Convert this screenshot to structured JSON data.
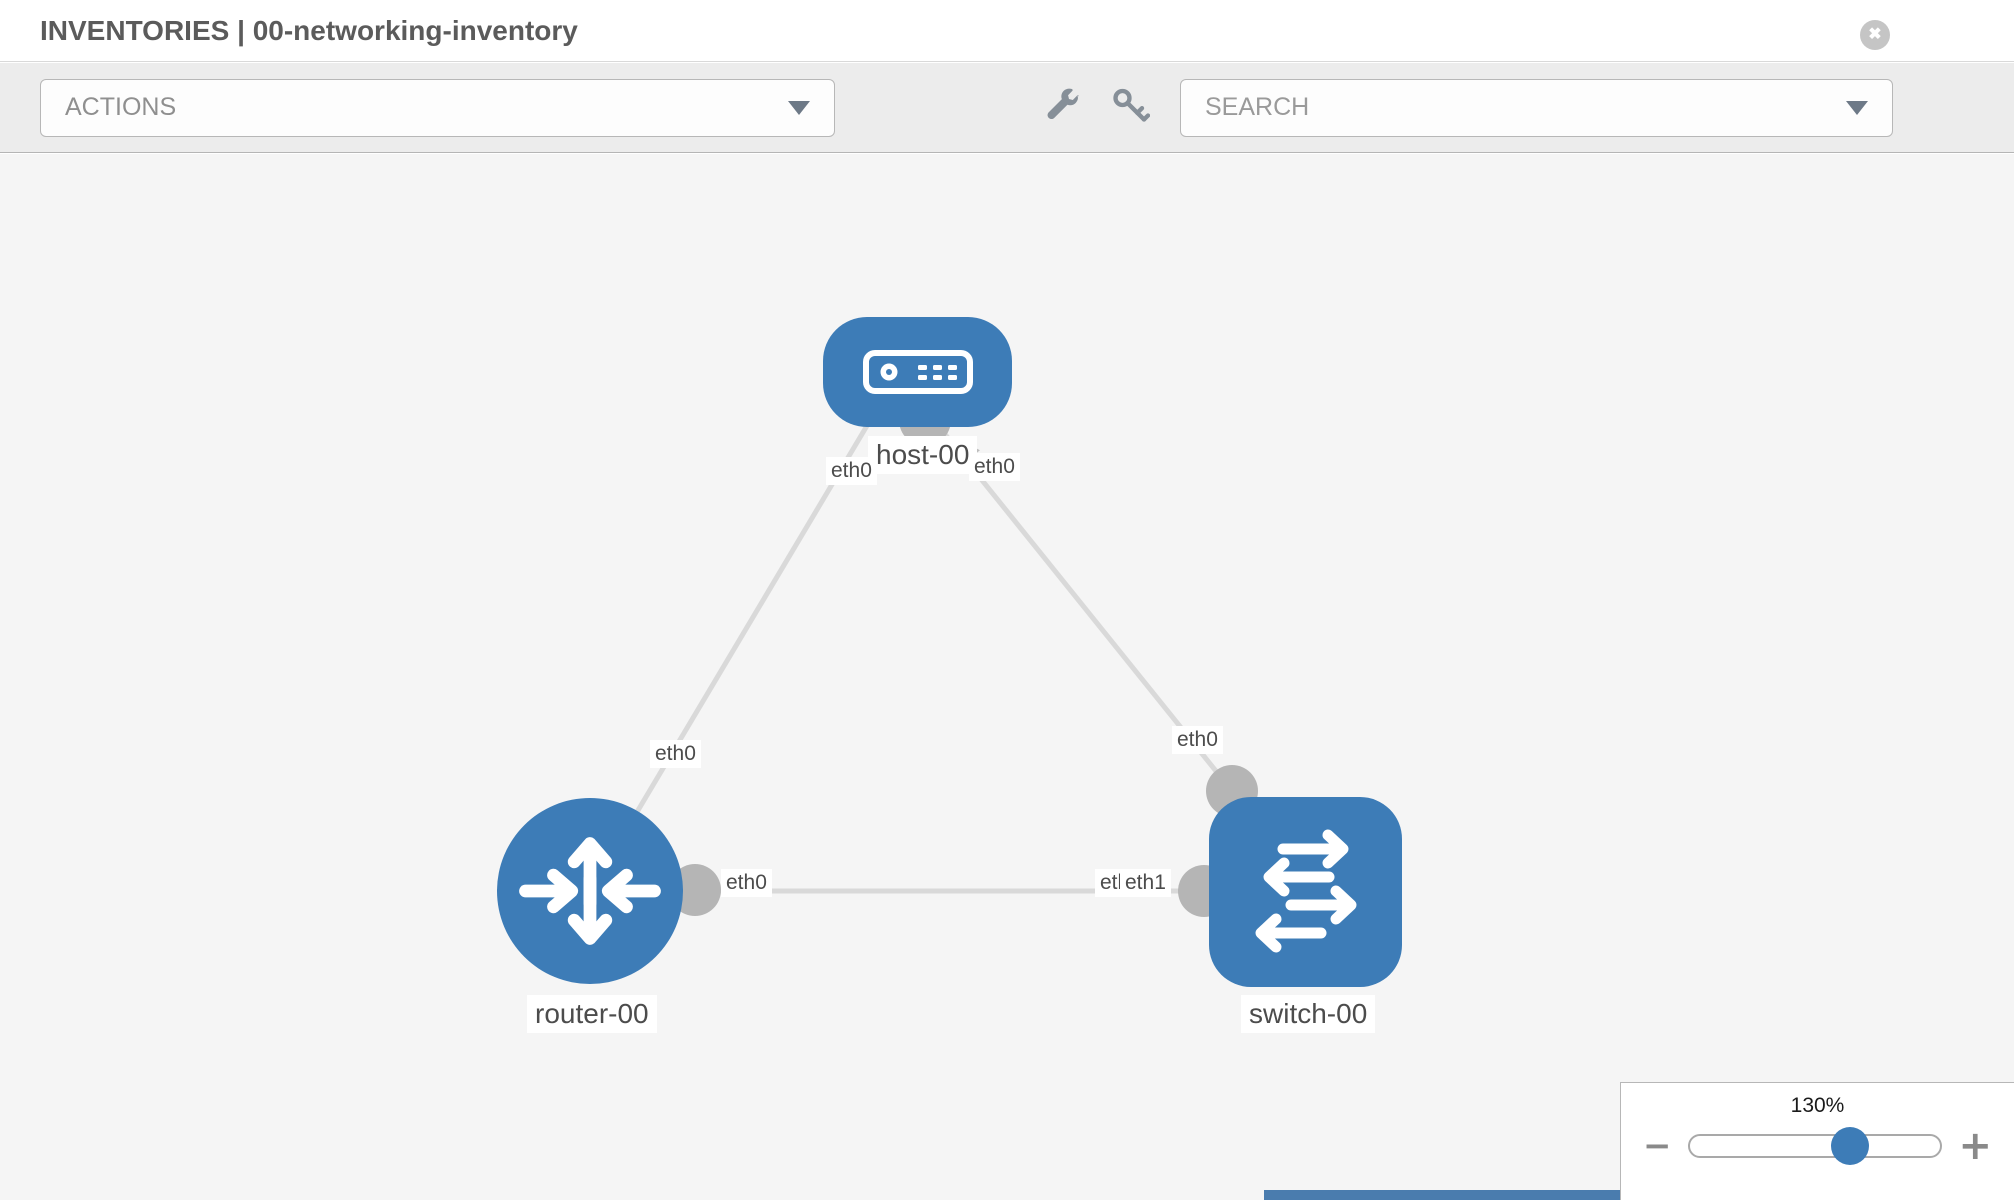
{
  "header": {
    "title": "INVENTORIES | 00-networking-inventory",
    "close_icon": "✖"
  },
  "toolbar": {
    "actions_label": "ACTIONS",
    "search_placeholder": "SEARCH",
    "icons": [
      "wrench-icon",
      "key-icon",
      "chevron-down-icon"
    ]
  },
  "colors": {
    "node_blue": "#3d7cb7",
    "link_gray": "#d9d9d9",
    "endpoint_gray": "#b5b5b5",
    "canvas_bg": "#f5f5f5"
  },
  "diagram": {
    "nodes": [
      {
        "id": "host-00",
        "type": "host",
        "label": "host-00"
      },
      {
        "id": "router-00",
        "type": "router",
        "label": "router-00"
      },
      {
        "id": "switch-00",
        "type": "switch",
        "label": "switch-00"
      }
    ],
    "links": [
      {
        "source": "router-00",
        "source_interface": "eth0",
        "target": "host-00",
        "target_interface": "eth0"
      },
      {
        "source": "host-00",
        "source_interface": "eth0",
        "target": "switch-00",
        "target_interface": "eth0"
      },
      {
        "source": "router-00",
        "source_interface": "eth0",
        "target": "switch-00",
        "target_interface": "eth1"
      }
    ],
    "labels": {
      "host_iface_left": "eth0",
      "host_iface_right": "eth0",
      "link_router_host_mid": "eth0",
      "link_host_switch_mid": "eth0",
      "router_iface_right": "eth0",
      "switch_iface_back": "eth0",
      "switch_iface_front": "eth1"
    }
  },
  "zoom_control": {
    "value": "130%",
    "minus_icon": "−",
    "plus_icon": "+"
  }
}
